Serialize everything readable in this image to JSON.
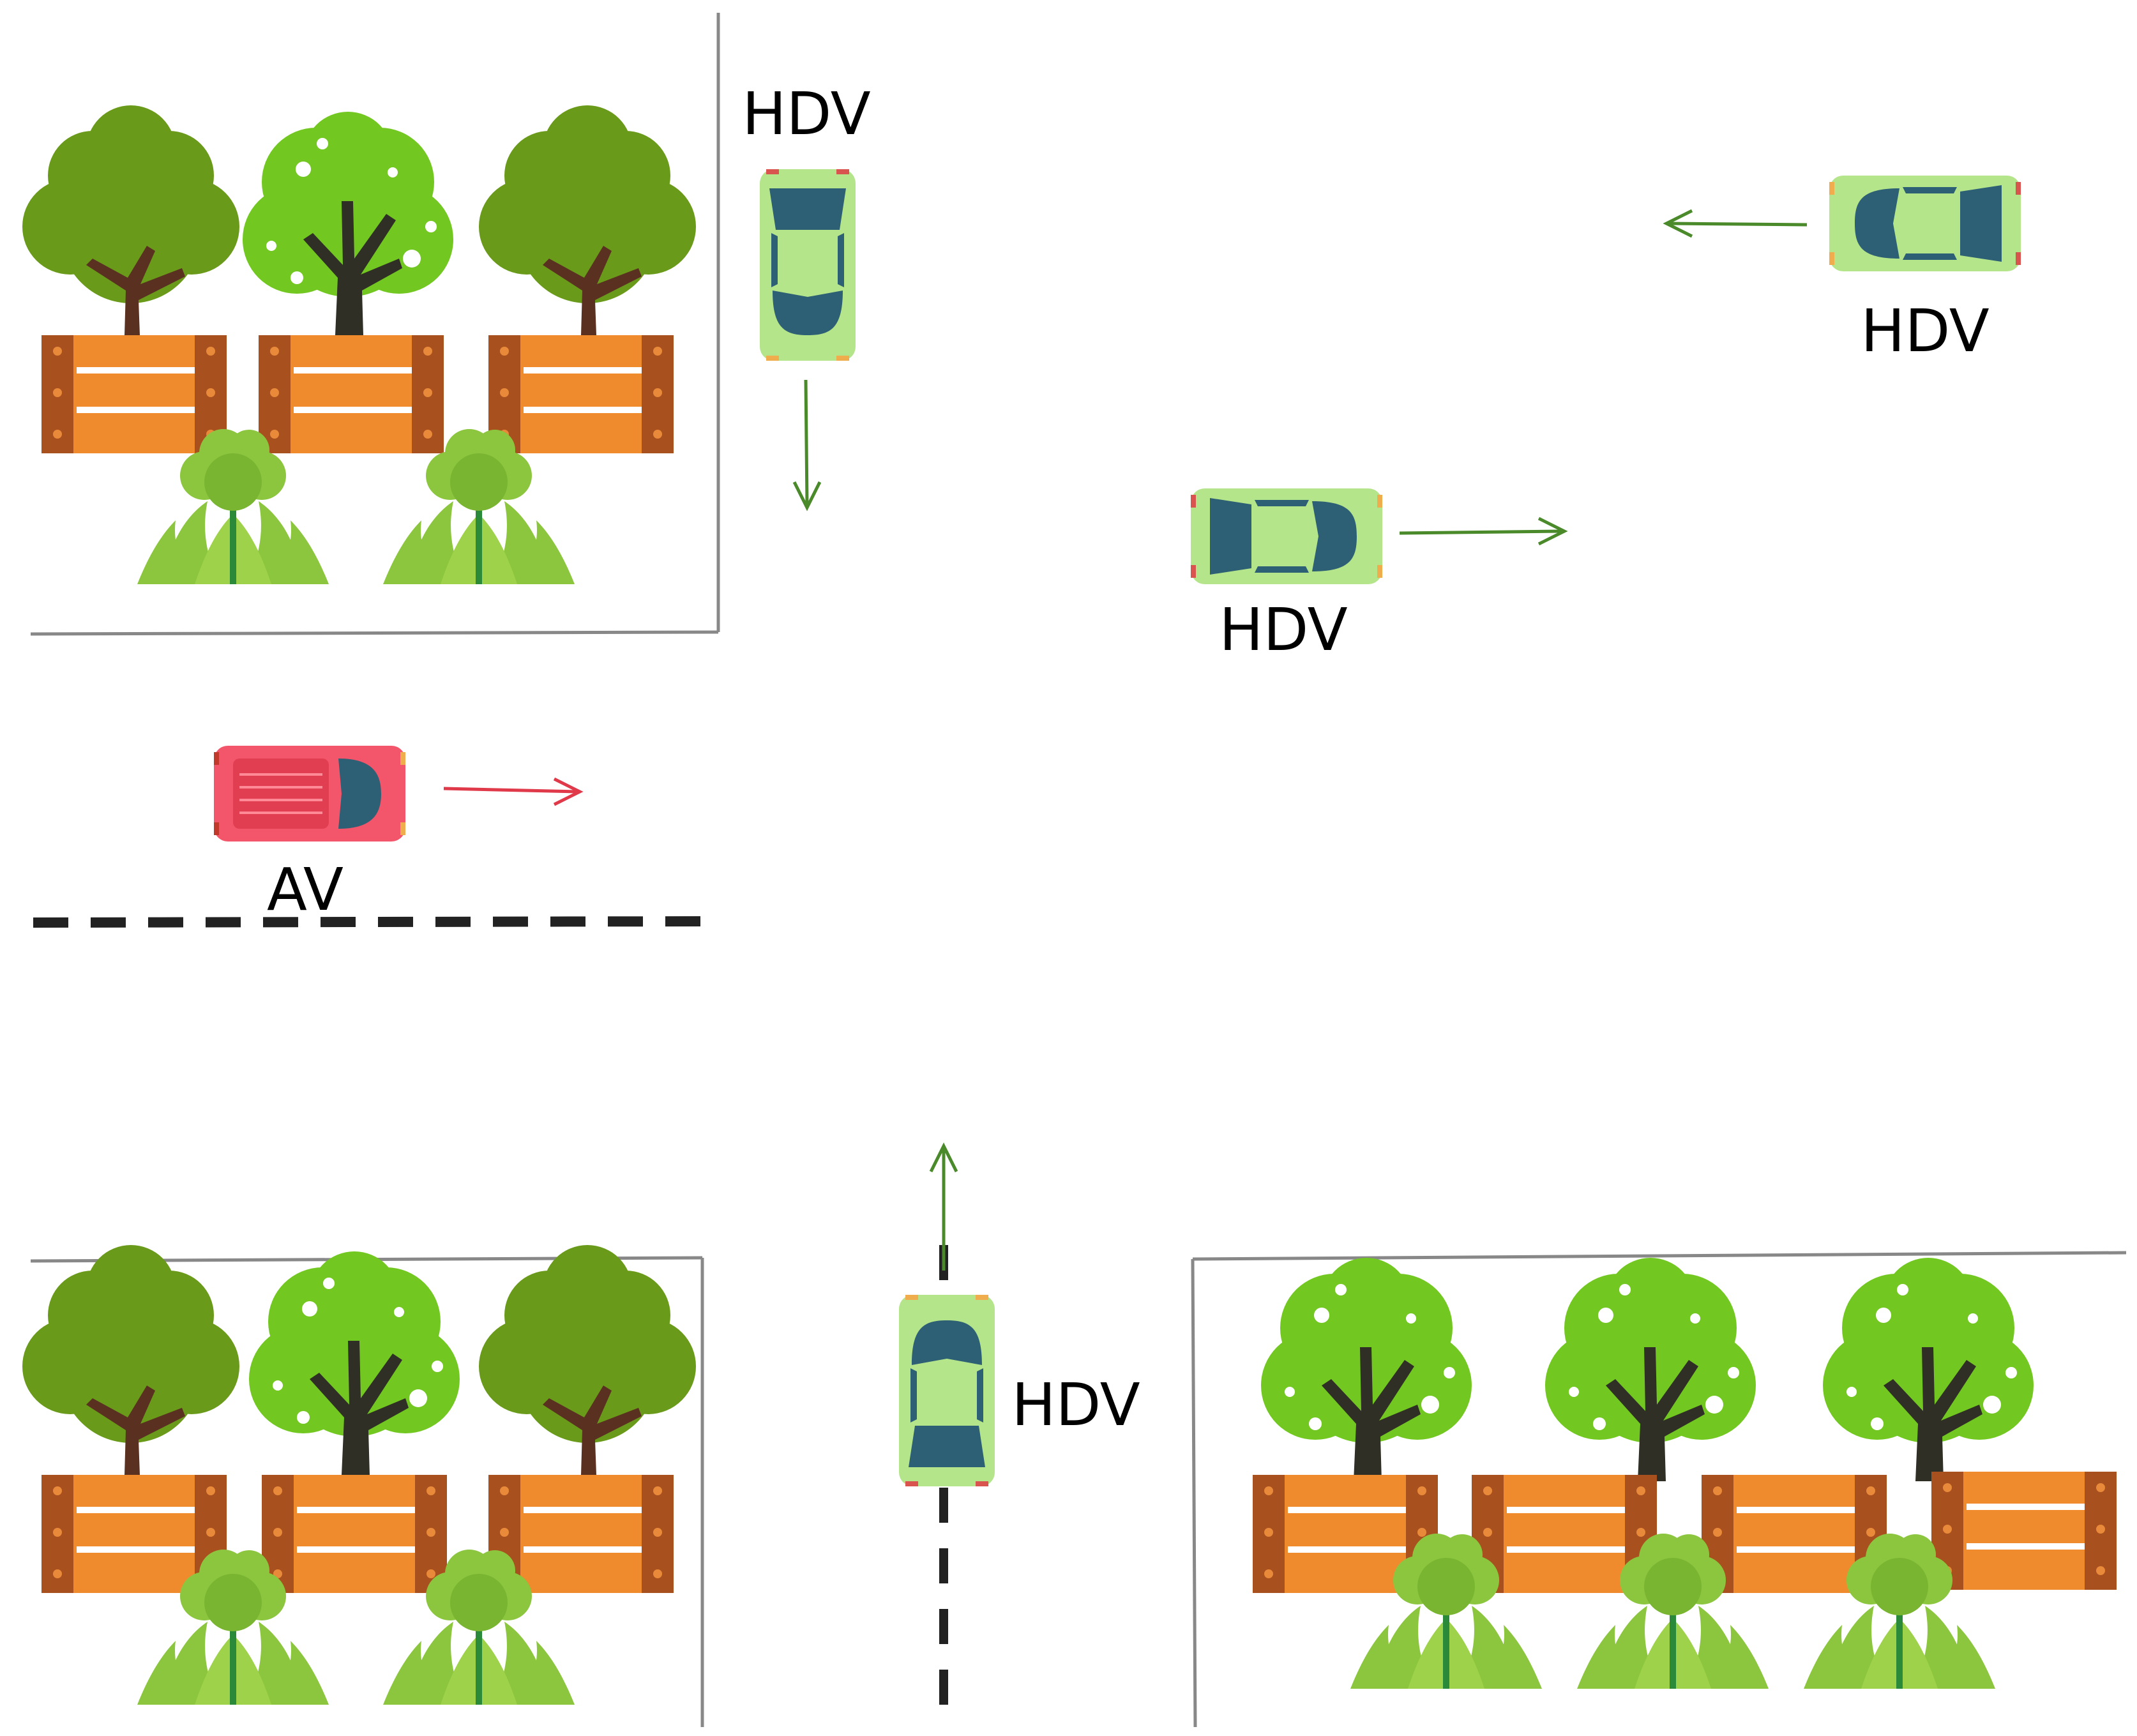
{
  "vehicles": {
    "hdv_top": {
      "label": "HDV",
      "color": "#b5e58a",
      "window_color": "#2d6075",
      "heading": "down"
    },
    "hdv_right": {
      "label": "HDV",
      "color": "#b5e58a",
      "window_color": "#2d6075",
      "heading": "left"
    },
    "hdv_middle": {
      "label": "HDV",
      "color": "#b5e58a",
      "window_color": "#2d6075",
      "heading": "right"
    },
    "av": {
      "label": "AV",
      "color": "#f3566a",
      "window_color": "#2d6075",
      "heading": "right"
    },
    "hdv_bottom": {
      "label": "HDV",
      "color": "#b5e58a",
      "window_color": "#2d6075",
      "heading": "up"
    }
  },
  "colors": {
    "hdv_arrow": "#4b8a2a",
    "av_arrow": "#e0394a",
    "lane_marking": "#222222",
    "block_border": "#888888",
    "fence_plank": "#ef8b2c",
    "fence_post": "#a8501e",
    "tree_dark": "#6a9a1a",
    "tree_light": "#72c820",
    "trunk": "#3a2e22",
    "grass": "#8cc63f"
  }
}
